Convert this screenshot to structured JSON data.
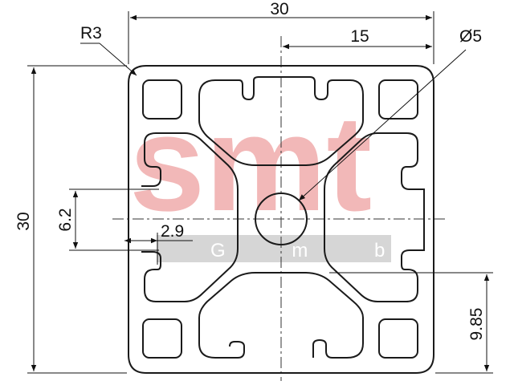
{
  "drawing": {
    "watermark": {
      "logo": "smt",
      "subtitle": "G m b H",
      "logo_color": "#f2b8b8",
      "band_color": "#d6d6d6"
    },
    "dimensions": {
      "overall_width": "30",
      "half_width": "15",
      "radius": "R3",
      "bore_diameter": "Ø5",
      "overall_height": "30",
      "slot_width": "6.2",
      "slot_depth": "2.9",
      "slot_offset": "9.85"
    },
    "colors": {
      "outline": "#1a1a1a",
      "centerline": "#333333"
    }
  }
}
